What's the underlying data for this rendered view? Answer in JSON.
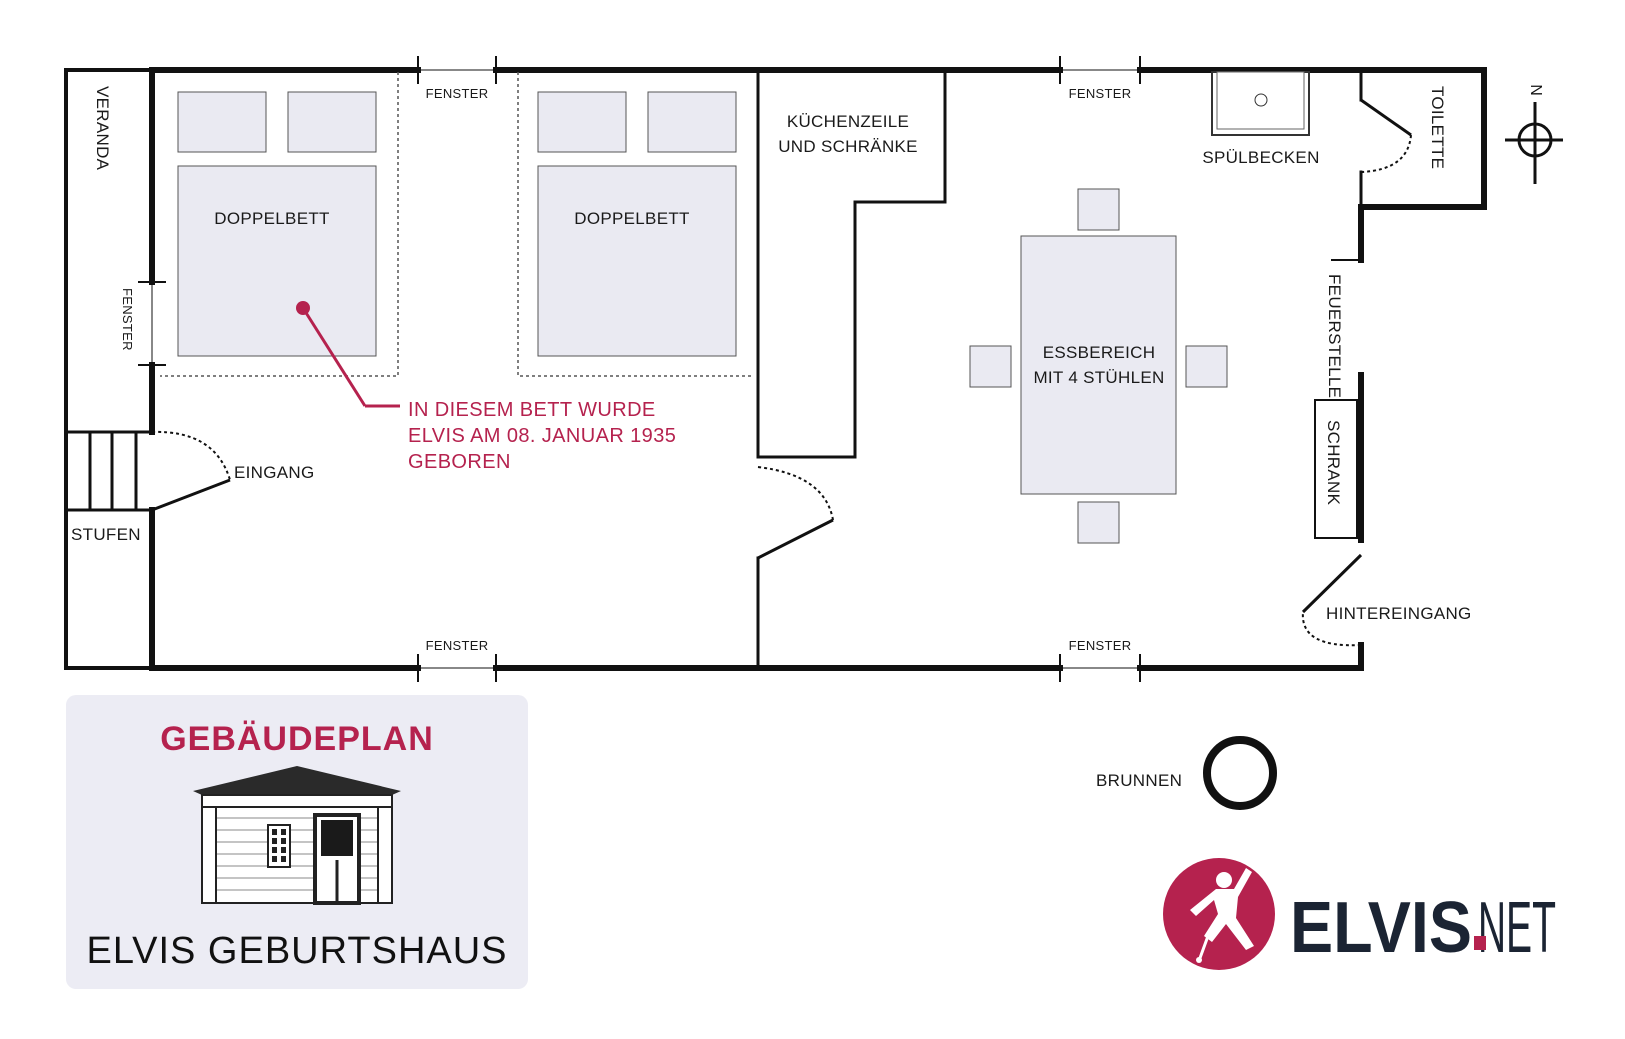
{
  "colors": {
    "accent": "#b5224e",
    "wall": "#111111",
    "furniture": "#eaeaf2",
    "card_bg": "#ececf4",
    "brand_dark": "#1b2433"
  },
  "rooms": {
    "veranda": "VERANDA",
    "stufen": "STUFEN",
    "eingang": "EINGANG",
    "doppelbett_1": "DOPPELBETT",
    "doppelbett_2": "DOPPELBETT",
    "kueche_line1": "KÜCHENZEILE",
    "kueche_line2": "UND SCHRÄNKE",
    "spuelbecken": "SPÜLBECKEN",
    "toilette": "TOILETTE",
    "essbereich_line1": "ESSBEREICH",
    "essbereich_line2": "MIT 4 STÜHLEN",
    "feuerstelle": "FEUERSTELLE",
    "schrank": "SCHRANK",
    "hintereingang": "HINTEREINGANG",
    "brunnen": "BRUNNEN"
  },
  "windows": {
    "top_left": "FENSTER",
    "top_right": "FENSTER",
    "bottom_left": "FENSTER",
    "bottom_right": "FENSTER",
    "left_side": "FENSTER"
  },
  "annotation": {
    "line1": "IN DIESEM BETT WURDE",
    "line2": "ELVIS AM 08. JANUAR 1935",
    "line3": "GEBOREN"
  },
  "compass": {
    "north": "N"
  },
  "card": {
    "title": "GEBÄUDEPLAN",
    "subtitle": "ELVIS GEBURTSHAUS"
  },
  "logo": {
    "brand": "ELVIS",
    "tld": ".NET"
  }
}
